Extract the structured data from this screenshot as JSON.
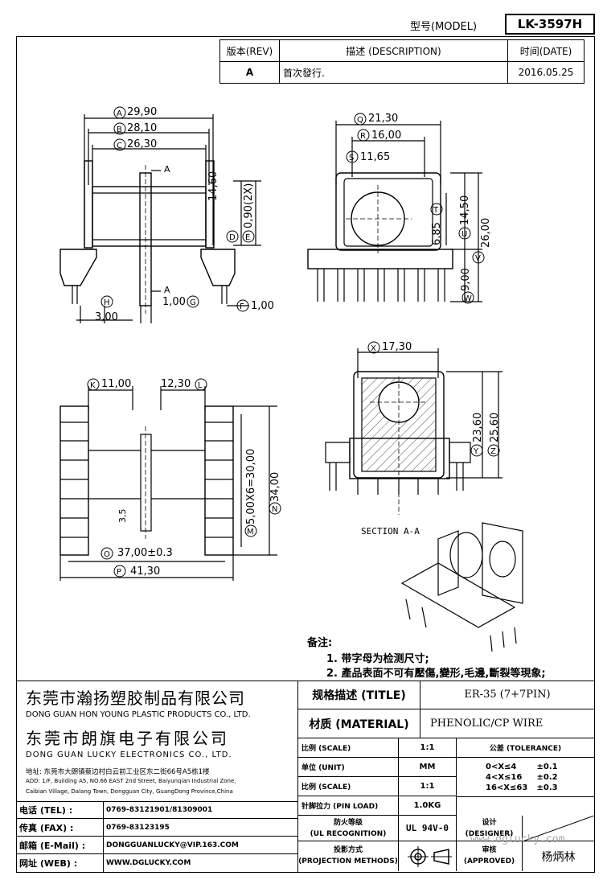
{
  "header": {
    "model_label": "型号(MODEL)",
    "model_value": "LK-3597H"
  },
  "revision_table": {
    "headers": [
      "版本(REV)",
      "描述 (DESCRIPTION)",
      "时间(DATE)"
    ],
    "row": {
      "rev": "A",
      "description": "首次發行.",
      "date": "2016.05.25"
    }
  },
  "dimensions": {
    "A": "29,90",
    "B": "28,10",
    "C": "26,30",
    "D": "14,60",
    "E": "0,90(2X)",
    "F": "1,00",
    "G": "1,00",
    "H": "3,00",
    "Q": "21,30",
    "R": "16,00",
    "S": "11,65",
    "T": "6,85",
    "U": "14,50",
    "V": "26,00",
    "W": "9,00",
    "X": "17,30",
    "Y": "23,60",
    "Z": "25,60",
    "K": "11,00",
    "L": "12,30",
    "M": "5,00X6=30,00",
    "N": "34,00",
    "O": "37,00±0.3",
    "P": "41,30",
    "small": "3,5"
  },
  "drawing_labels": {
    "section_mark": "A",
    "section_title": "SECTION  A-A"
  },
  "notes": {
    "title": "备注:",
    "items": [
      "1. 带字母为检测尺寸;",
      "2. 產品表面不可有壓傷,變形,毛邊,斷裂等現象;"
    ]
  },
  "company": {
    "name1_cn": "东莞市瀚扬塑胶制品有限公司",
    "name1_en": "DONG GUAN HON YOUNG PLASTIC PRODUCTS CO., LTD.",
    "name2_cn": "东莞市朗旗电子有限公司",
    "name2_en": "DONG GUAN LUCKY ELECTRONICS CO., LTD.",
    "address_cn": "地址: 东莞市大朗镇蔡边村白云前工业区东二街66号A5栋1楼",
    "address_en1": "ADD: 1/F, Building A5, NO.66 EAST 2nd Street, Baiyunqian Industrial Zone,",
    "address_en2": "Caibian Village, Dalang Town, Dongguan City, GuangDong Province,China"
  },
  "contact": [
    {
      "label": "电话 (TEL) :",
      "value": "0769-83121901/81309001"
    },
    {
      "label": "传真 (FAX) :",
      "value": "0769-83123195"
    },
    {
      "label": "邮箱 (E-Mail) :",
      "value": "DONGGUANLUCKY@VIP.163.COM"
    },
    {
      "label": "网址 (WEB) :",
      "value": "WWW.DGLUCKY.COM"
    }
  ],
  "spec": {
    "title_label": "规格描述 (TITLE)",
    "title_value": "ER-35 (7+7PIN)",
    "material_label": "材质 (MATERIAL)",
    "material_value": "PHENOLIC/CP WIRE",
    "rows": [
      {
        "label": "比例 (SCALE)",
        "value": "1:1"
      },
      {
        "label": "单位 (UNIT)",
        "value": "MM"
      },
      {
        "label": "比例 (SCALE)",
        "value": "1:1"
      },
      {
        "label": "针脚拉力 (PIN LOAD)",
        "value": "1.0KG"
      }
    ],
    "ul_label1": "防火等级",
    "ul_label2": "(UL RECOGNITION)",
    "ul_value": "UL 94V-0",
    "proj_label1": "投影方式",
    "proj_label2": "(PROJECTION METHODS)",
    "tolerance_label": "公差 (TOLERANCE)",
    "tolerance": [
      {
        "range": "0<X≤4",
        "value": "±0.1"
      },
      {
        "range": "4<X≤16",
        "value": "±0.2"
      },
      {
        "range": "16<X≤63",
        "value": "±0.3"
      }
    ],
    "designer_label1": "设计",
    "designer_label2": "(DESIGNER)",
    "approved_label1": "审核",
    "approved_label2": "(APPROVED)",
    "approver_name": "杨炳林",
    "watermark": "www.dglucky.com"
  }
}
